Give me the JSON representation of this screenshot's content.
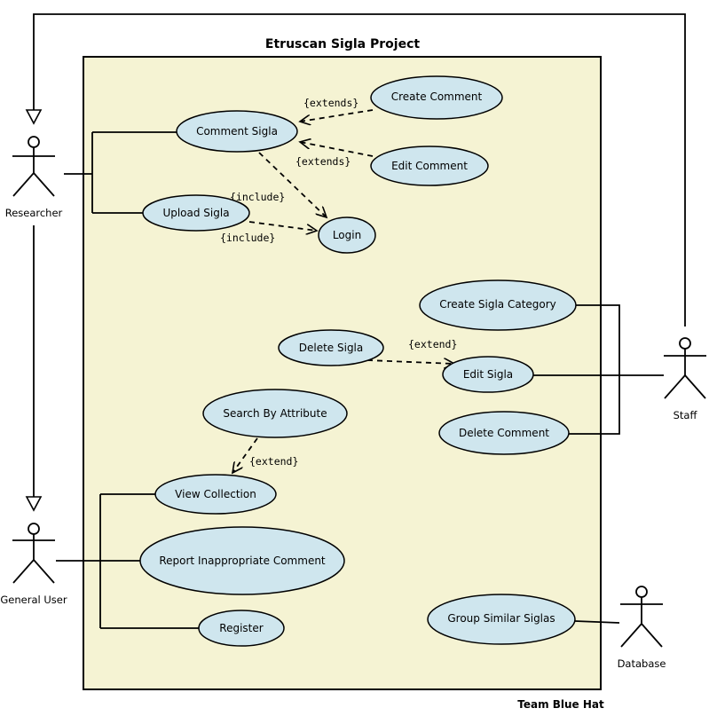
{
  "title": "Etruscan Sigla Project",
  "footer": "Team Blue Hat",
  "colors": {
    "system_fill": "#f5f3d3",
    "usecase_fill": "#cfe6ee",
    "stroke": "#000000"
  },
  "actors": {
    "researcher": "Researcher",
    "general_user": "General User",
    "staff": "Staff",
    "database": "Database"
  },
  "use_cases": {
    "comment_sigla": "Comment Sigla",
    "upload_sigla": "Upload Sigla",
    "create_comment": "Create Comment",
    "edit_comment": "Edit Comment",
    "login": "Login",
    "create_sigla_category": "Create Sigla Category",
    "delete_sigla": "Delete Sigla",
    "edit_sigla": "Edit Sigla",
    "search_by_attribute": "Search By Attribute",
    "delete_comment": "Delete Comment",
    "view_collection": "View Collection",
    "report_inappropriate_comment": "Report Inappropriate Comment",
    "register": "Register",
    "group_similar_siglas": "Group Similar Siglas"
  },
  "stereotypes": {
    "extends_create_comment": "{extends}",
    "extends_edit_comment": "{extends}",
    "include_comment_login": "{include}",
    "include_upload_login": "{include}",
    "extend_delete_sigla": "{extend}",
    "extend_search": "{extend}"
  }
}
